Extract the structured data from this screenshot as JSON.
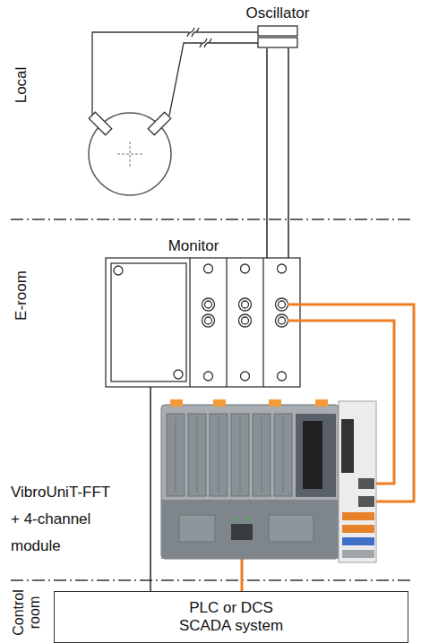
{
  "diagram": {
    "nodes": [
      {
        "text": [
          "Oscillator"
        ]
      },
      {
        "text": [
          "Monitor"
        ]
      },
      {
        "text": [
          "VibroUniT-FFT + 4-channel module"
        ]
      },
      {
        "text": [
          "PLC or DCS SCADA system"
        ]
      }
    ],
    "edges": [
      {
        "from": 0,
        "to": 1,
        "arrow": "none"
      },
      {
        "from": 0,
        "to": 1,
        "arrow": "none"
      },
      {
        "from": 1,
        "to": 2,
        "arrow": "none"
      },
      {
        "from": 1,
        "to": 2,
        "arrow": "none"
      },
      {
        "from": 1,
        "to": 3,
        "arrow": "none"
      },
      {
        "from": 2,
        "to": 3,
        "arrow": "none"
      }
    ],
    "labels": [
      "Local",
      "E-room",
      "Control room"
    ]
  }
}
